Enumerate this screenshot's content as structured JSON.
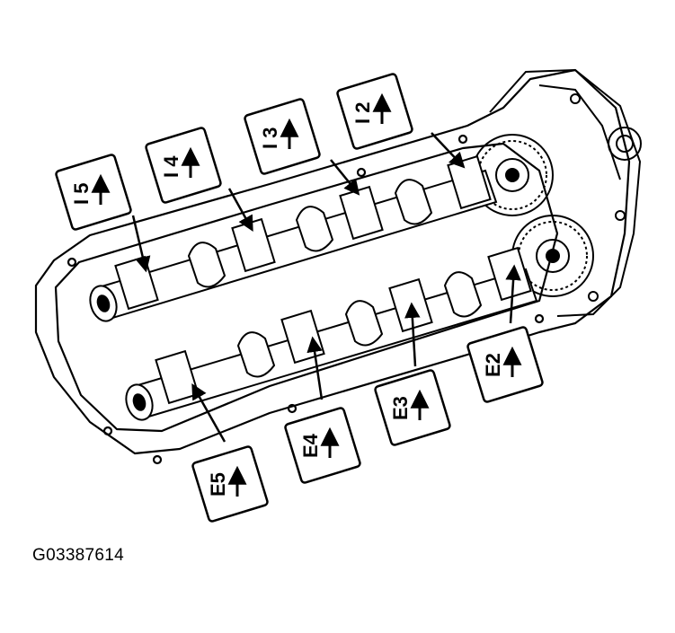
{
  "figure_id": "G03387614",
  "callouts": [
    {
      "key": "I5",
      "label": "I 5"
    },
    {
      "key": "I4",
      "label": "I 4"
    },
    {
      "key": "I3",
      "label": "I 3"
    },
    {
      "key": "I2",
      "label": "I 2"
    },
    {
      "key": "E2",
      "label": "E2"
    },
    {
      "key": "E3",
      "label": "E3"
    },
    {
      "key": "E4",
      "label": "E4"
    },
    {
      "key": "E5",
      "label": "E5"
    }
  ]
}
